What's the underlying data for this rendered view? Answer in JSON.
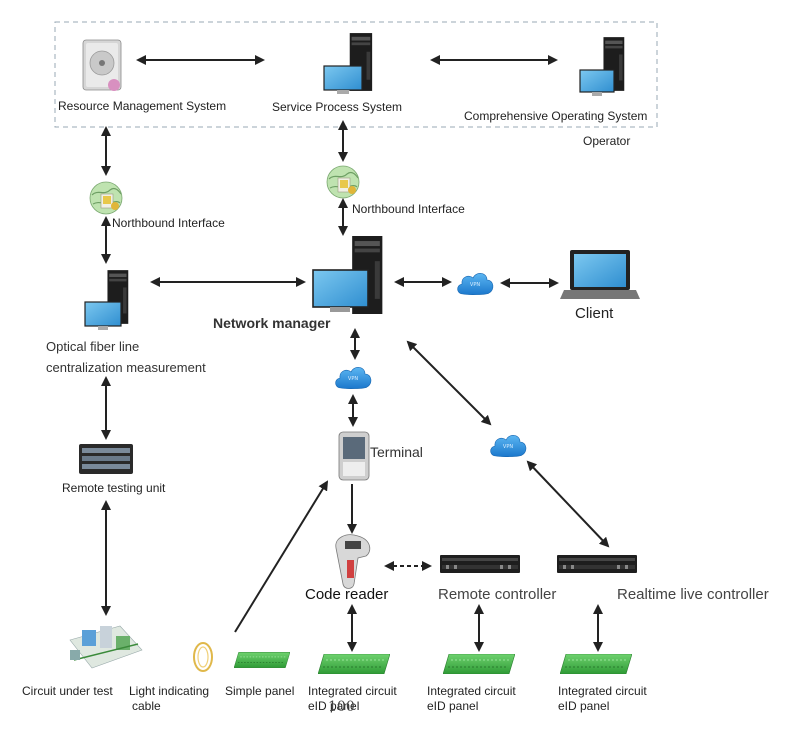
{
  "operator_group": {
    "label": "Operator",
    "nodes": {
      "resource_mgmt": "Resource Management System",
      "service_process": "Service Process System",
      "comprehensive_os": "Comprehensive Operating System"
    }
  },
  "interfaces": {
    "northbound_left": "Northbound Interface",
    "northbound_center": "Northbound Interface"
  },
  "nodes": {
    "network_manager": "Network manager",
    "client": "Client",
    "optical_line_1": "Optical fiber line",
    "optical_line_2": "centralization measurement",
    "remote_testing_unit": "Remote testing unit",
    "terminal": "Terminal",
    "code_reader": "Code reader",
    "remote_controller": "Remote controller",
    "realtime_controller": "Realtime live controller"
  },
  "bottom": {
    "circuit_under_test": "Circuit under test",
    "light_cable_1": "Light indicating",
    "light_cable_2": "cable",
    "simple_panel": "Simple panel",
    "eid_panel_1a": "Integrated circuit",
    "eid_panel_1b": "eID panel",
    "eid_panel_2a": "Integrated circuit",
    "eid_panel_2b": "eID panel",
    "eid_panel_3a": "Integrated circuit",
    "eid_panel_3b": "eID panel"
  },
  "overlay_number": "100",
  "colors": {
    "cloud": "#2a8fe0",
    "panel_green": "#4cb84c",
    "server_black": "#1a1a1a",
    "monitor_blue": "#4aa8e0",
    "arrow": "#222222",
    "dashed_border": "#9aa8b4"
  }
}
